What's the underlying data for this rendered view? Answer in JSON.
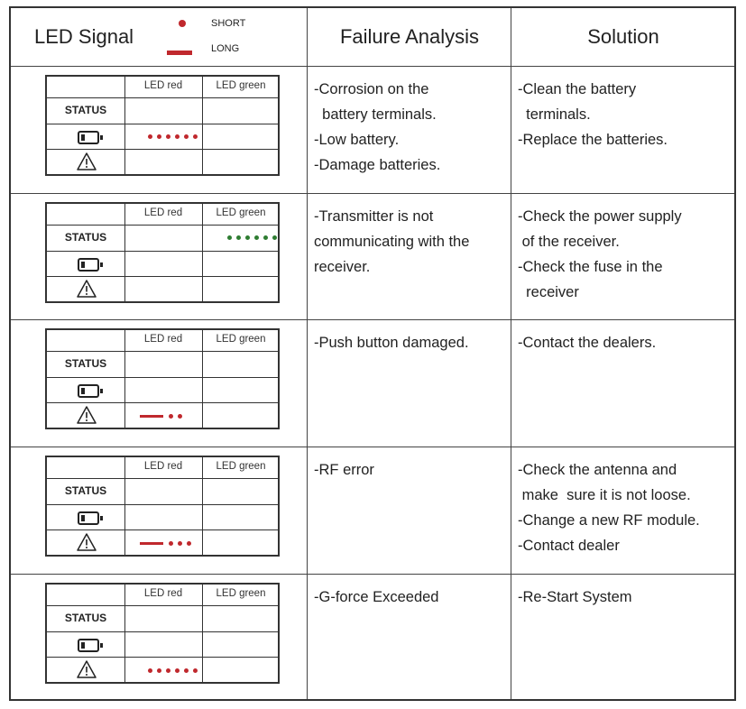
{
  "header": {
    "led_signal": "LED Signal",
    "legend_short": "SHORT",
    "legend_long": "LONG",
    "failure_analysis": "Failure Analysis",
    "solution": "Solution"
  },
  "table_labels": {
    "led_red": "LED red",
    "led_green": "LED green",
    "status": "STATUS"
  },
  "colors": {
    "red": "#c0282d",
    "green": "#2e7d32"
  },
  "rows": [
    {
      "failure": "-Corrosion on the\n  battery terminals.\n-Low battery.\n-Damage batteries.",
      "solution": "-Clean the battery\n  terminals.\n-Replace the batteries.",
      "signal": {
        "row": "battery",
        "column": "red",
        "pattern": "6 short",
        "longs": 0,
        "shorts": 6
      }
    },
    {
      "failure": "-Transmitter is not\ncommunicating with the\nreceiver.",
      "solution": "-Check the power supply\n of the receiver.\n-Check the fuse in the\n  receiver",
      "signal": {
        "row": "status",
        "column": "green",
        "pattern": "6 short",
        "longs": 0,
        "shorts": 6
      }
    },
    {
      "failure": "-Push button damaged.",
      "solution": "-Contact the dealers.",
      "signal": {
        "row": "warning",
        "column": "red",
        "pattern": "1 long 2 short",
        "longs": 1,
        "shorts": 2
      }
    },
    {
      "failure": "-RF error",
      "solution": "-Check the antenna and\n make  sure it is not loose.\n-Change a new RF module.\n-Contact dealer",
      "signal": {
        "row": "warning",
        "column": "red",
        "pattern": "1 long 3 short",
        "longs": 1,
        "shorts": 3
      }
    },
    {
      "failure": "-G-force Exceeded",
      "solution": "-Re-Start System",
      "signal": {
        "row": "warning",
        "column": "red",
        "pattern": "6 short",
        "longs": 0,
        "shorts": 6
      }
    }
  ]
}
